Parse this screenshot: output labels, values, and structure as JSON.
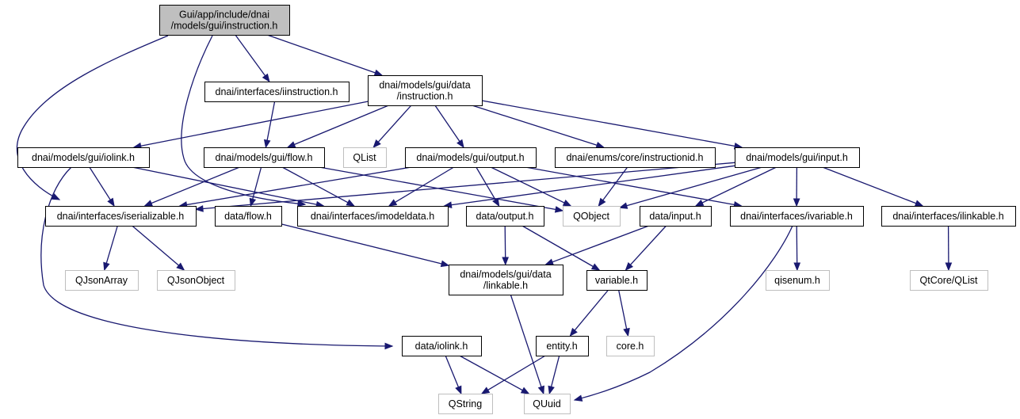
{
  "nodes": [
    {
      "id": "root",
      "lines": [
        "Gui/app/include/dnai",
        "/models/gui/instruction.h"
      ],
      "kind": "root"
    },
    {
      "id": "iinstruction",
      "lines": [
        "dnai/interfaces/iinstruction.h"
      ],
      "kind": "normal"
    },
    {
      "id": "dinstruction",
      "lines": [
        "dnai/models/gui/data",
        "/instruction.h"
      ],
      "kind": "normal"
    },
    {
      "id": "iolink",
      "lines": [
        "dnai/models/gui/iolink.h"
      ],
      "kind": "normal"
    },
    {
      "id": "flow",
      "lines": [
        "dnai/models/gui/flow.h"
      ],
      "kind": "normal"
    },
    {
      "id": "qlist",
      "lines": [
        "QList"
      ],
      "kind": "external"
    },
    {
      "id": "output",
      "lines": [
        "dnai/models/gui/output.h"
      ],
      "kind": "normal"
    },
    {
      "id": "instructionid",
      "lines": [
        "dnai/enums/core/instructionid.h"
      ],
      "kind": "normal"
    },
    {
      "id": "input",
      "lines": [
        "dnai/models/gui/input.h"
      ],
      "kind": "normal"
    },
    {
      "id": "iserializable",
      "lines": [
        "dnai/interfaces/iserializable.h"
      ],
      "kind": "normal"
    },
    {
      "id": "dflow",
      "lines": [
        "data/flow.h"
      ],
      "kind": "normal"
    },
    {
      "id": "imodeldata",
      "lines": [
        "dnai/interfaces/imodeldata.h"
      ],
      "kind": "normal"
    },
    {
      "id": "doutput",
      "lines": [
        "data/output.h"
      ],
      "kind": "normal"
    },
    {
      "id": "qobject",
      "lines": [
        "QObject"
      ],
      "kind": "external"
    },
    {
      "id": "dinput",
      "lines": [
        "data/input.h"
      ],
      "kind": "normal"
    },
    {
      "id": "ivariable",
      "lines": [
        "dnai/interfaces/ivariable.h"
      ],
      "kind": "normal"
    },
    {
      "id": "ilinkable",
      "lines": [
        "dnai/interfaces/ilinkable.h"
      ],
      "kind": "normal"
    },
    {
      "id": "qjsonarray",
      "lines": [
        "QJsonArray"
      ],
      "kind": "external"
    },
    {
      "id": "qjsonobject",
      "lines": [
        "QJsonObject"
      ],
      "kind": "external"
    },
    {
      "id": "linkable",
      "lines": [
        "dnai/models/gui/data",
        "/linkable.h"
      ],
      "kind": "normal"
    },
    {
      "id": "variable",
      "lines": [
        "variable.h"
      ],
      "kind": "normal"
    },
    {
      "id": "qisenum",
      "lines": [
        "qisenum.h"
      ],
      "kind": "external"
    },
    {
      "id": "qtcoreqlist",
      "lines": [
        "QtCore/QList"
      ],
      "kind": "external"
    },
    {
      "id": "diolink",
      "lines": [
        "data/iolink.h"
      ],
      "kind": "normal"
    },
    {
      "id": "entity",
      "lines": [
        "entity.h"
      ],
      "kind": "normal"
    },
    {
      "id": "core",
      "lines": [
        "core.h"
      ],
      "kind": "external"
    },
    {
      "id": "qstring",
      "lines": [
        "QString"
      ],
      "kind": "external"
    },
    {
      "id": "quuid",
      "lines": [
        "QUuid"
      ],
      "kind": "external"
    }
  ],
  "edges": [
    [
      "root",
      "iinstruction"
    ],
    [
      "root",
      "dinstruction"
    ],
    [
      "root",
      "iserializable"
    ],
    [
      "root",
      "imodeldata"
    ],
    [
      "iinstruction",
      "flow"
    ],
    [
      "dinstruction",
      "iolink"
    ],
    [
      "dinstruction",
      "flow"
    ],
    [
      "dinstruction",
      "qlist"
    ],
    [
      "dinstruction",
      "output"
    ],
    [
      "dinstruction",
      "instructionid"
    ],
    [
      "dinstruction",
      "input"
    ],
    [
      "iolink",
      "iserializable"
    ],
    [
      "iolink",
      "imodeldata"
    ],
    [
      "iolink",
      "diolink"
    ],
    [
      "flow",
      "iserializable"
    ],
    [
      "flow",
      "dflow"
    ],
    [
      "flow",
      "imodeldata"
    ],
    [
      "flow",
      "qobject"
    ],
    [
      "output",
      "iserializable"
    ],
    [
      "output",
      "imodeldata"
    ],
    [
      "output",
      "doutput"
    ],
    [
      "output",
      "qobject"
    ],
    [
      "output",
      "ivariable"
    ],
    [
      "instructionid",
      "qobject"
    ],
    [
      "input",
      "iserializable"
    ],
    [
      "input",
      "imodeldata"
    ],
    [
      "input",
      "qobject"
    ],
    [
      "input",
      "dinput"
    ],
    [
      "input",
      "ivariable"
    ],
    [
      "input",
      "ilinkable"
    ],
    [
      "iserializable",
      "qjsonarray"
    ],
    [
      "iserializable",
      "qjsonobject"
    ],
    [
      "dflow",
      "linkable"
    ],
    [
      "doutput",
      "linkable"
    ],
    [
      "doutput",
      "variable"
    ],
    [
      "dinput",
      "linkable"
    ],
    [
      "dinput",
      "variable"
    ],
    [
      "ivariable",
      "qisenum"
    ],
    [
      "ivariable",
      "quuid"
    ],
    [
      "ilinkable",
      "qtcoreqlist"
    ],
    [
      "linkable",
      "quuid"
    ],
    [
      "variable",
      "entity"
    ],
    [
      "variable",
      "core"
    ],
    [
      "diolink",
      "qstring"
    ],
    [
      "diolink",
      "quuid"
    ],
    [
      "entity",
      "qstring"
    ],
    [
      "entity",
      "quuid"
    ]
  ]
}
